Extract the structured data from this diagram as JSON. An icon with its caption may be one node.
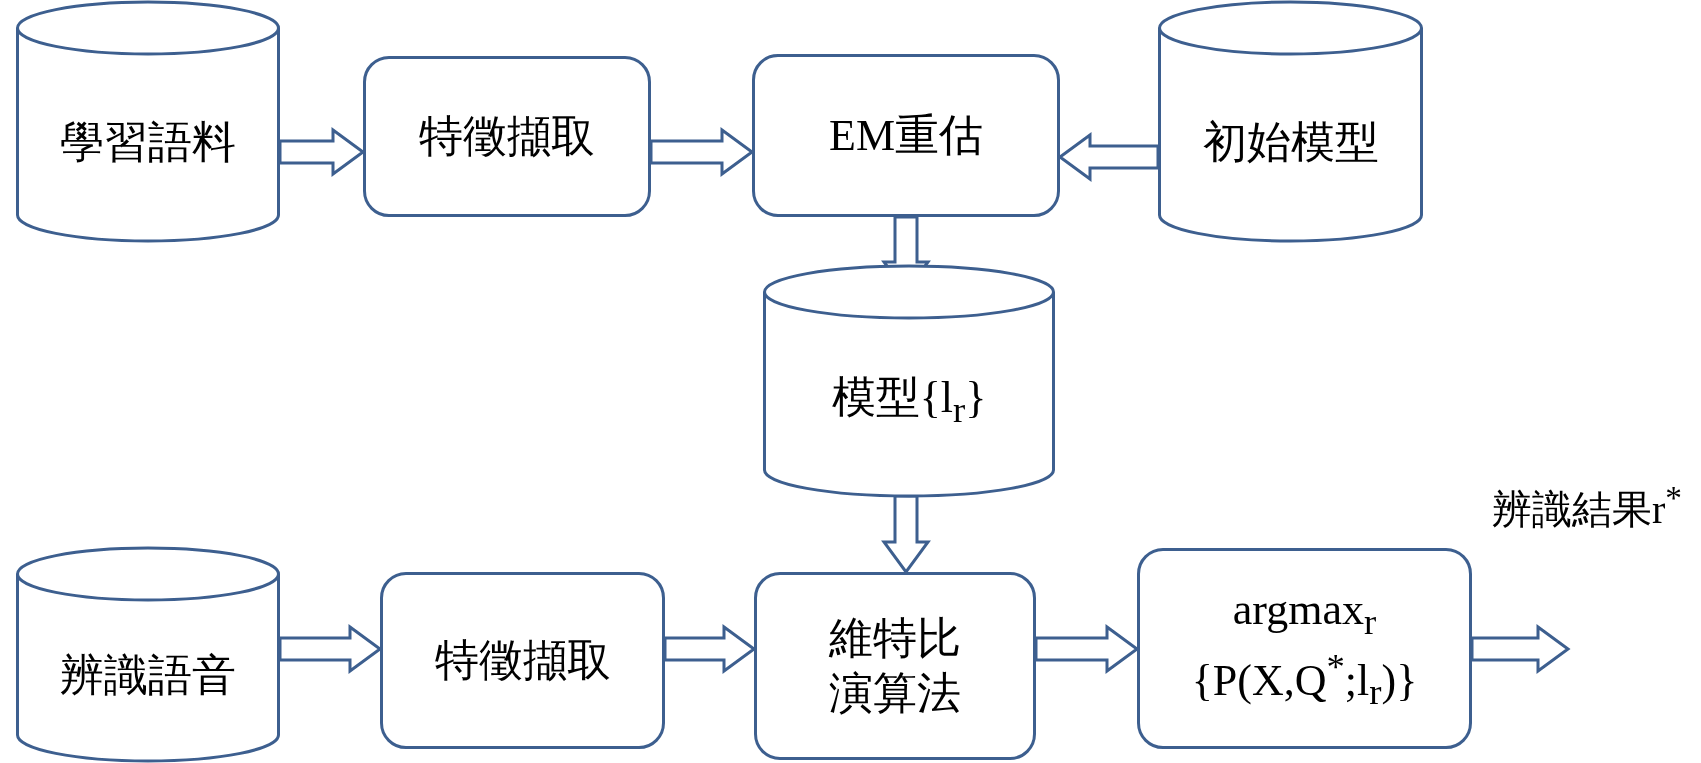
{
  "diagram": {
    "nodes": [
      {
        "text": [
          "學習語料"
        ]
      },
      {
        "text": [
          "特徵擷取"
        ]
      },
      {
        "text": [
          "EM重估"
        ]
      },
      {
        "text": [
          "初始模型"
        ]
      },
      {
        "text": [
          "模型{l$_{r}$}"
        ]
      },
      {
        "text": [
          "辨識語音"
        ]
      },
      {
        "text": [
          "特徵擷取"
        ]
      },
      {
        "text": [
          "維特比演算法"
        ]
      },
      {
        "text": [
          "argmax$_{r}$ {P(X,Q$^{*}$;l$_{r}$)}"
        ]
      }
    ],
    "edges": [
      {
        "from": 0,
        "to": 1,
        "arrow": "to"
      },
      {
        "from": 1,
        "to": 2,
        "arrow": "to"
      },
      {
        "from": 3,
        "to": 2,
        "arrow": "to"
      },
      {
        "from": 2,
        "to": 4,
        "arrow": "to"
      },
      {
        "from": 4,
        "to": 7,
        "arrow": "to"
      },
      {
        "from": 5,
        "to": 6,
        "arrow": "to"
      },
      {
        "from": 6,
        "to": 7,
        "arrow": "to"
      },
      {
        "from": 7,
        "to": 8,
        "arrow": "to"
      },
      {
        "from": 8,
        "to": null,
        "arrow": "to",
        "label": "辨識結果r$^{*}$"
      }
    ]
  }
}
